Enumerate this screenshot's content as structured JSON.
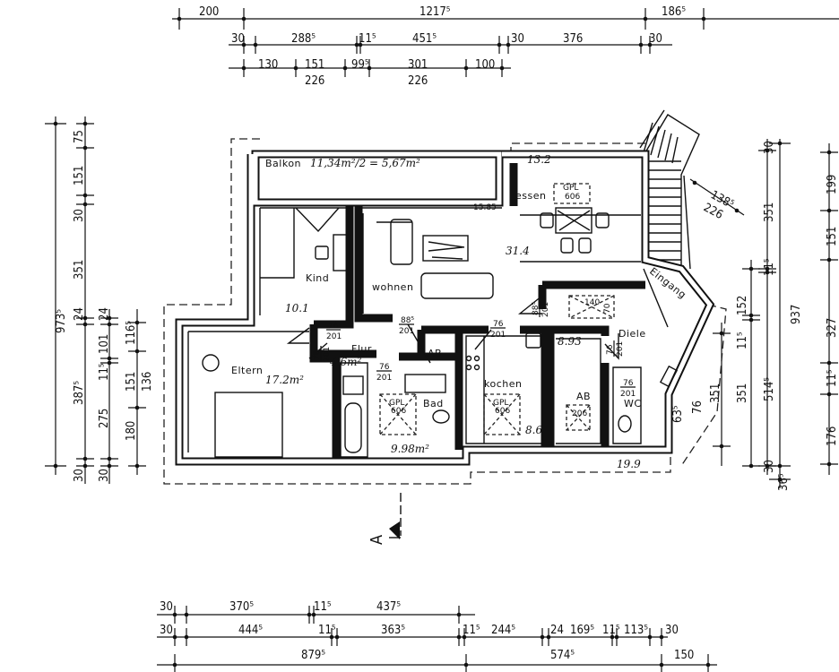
{
  "dimensions": {
    "top": [
      "200",
      "1217⁵",
      "186⁵",
      "30",
      "288⁵",
      "11⁵",
      "451⁵",
      "30",
      "376",
      "30",
      "130",
      "151",
      "99⁵",
      "301",
      "100",
      "226",
      "226"
    ],
    "bottom": [
      "30",
      "370⁵",
      "11⁵",
      "437⁵",
      "30",
      "444⁵",
      "11⁵",
      "363⁵",
      "11⁵",
      "244⁵",
      "24",
      "169⁵",
      "11⁵",
      "113⁵",
      "30",
      "879⁵",
      "574⁵",
      "150"
    ],
    "left": [
      "973⁵",
      "75",
      "151",
      "30",
      "351",
      "24",
      "387⁵",
      "30",
      "24",
      "101",
      "11⁵",
      "275",
      "30",
      "116⁵",
      "151",
      "136",
      "180"
    ],
    "right": [
      "30",
      "351",
      "11⁵",
      "937",
      "514⁵",
      "30",
      "36⁵",
      "152",
      "11⁵",
      "351",
      "351",
      "199",
      "151",
      "327",
      "11⁵",
      "176",
      "138⁵",
      "226",
      "63⁵",
      "76"
    ]
  },
  "rooms": {
    "balkon": {
      "name": "Balkon",
      "area": "11,34m²/2 = 5,67m²"
    },
    "kind": {
      "name": "Kind",
      "area": "10.1"
    },
    "wohnen": {
      "name": "wohnen",
      "area": "31.4"
    },
    "essen": {
      "name": "essen",
      "area": "13.2",
      "extra": "15.85"
    },
    "eltern": {
      "name": "Eltern",
      "area": "17.2m²"
    },
    "flur": {
      "name": "Flur",
      "area": "4.6m²"
    },
    "ab1": {
      "name": "AB"
    },
    "bad": {
      "name": "Bad",
      "area": "9.98m²"
    },
    "kochen": {
      "name": "kochen",
      "area": "8.6"
    },
    "diele": {
      "name": "Diele",
      "area": "8.93"
    },
    "ab2": {
      "name": "AB"
    },
    "wc": {
      "name": "WC"
    },
    "eingang": {
      "name": "Eingang"
    },
    "total": {
      "area": "19.9"
    }
  },
  "doors": [
    {
      "w": "76",
      "h": "201"
    },
    {
      "w": "76",
      "h": "201"
    },
    {
      "w": "76",
      "h": "201"
    },
    {
      "w": "88⁵",
      "h": "201"
    },
    {
      "w": "76",
      "h": "201"
    },
    {
      "w": "88⁵",
      "h": "201"
    },
    {
      "w": "76",
      "h": "201"
    },
    {
      "w": "76",
      "h": "201"
    }
  ],
  "fixtures": {
    "gpl": "GPL",
    "gpl_size": "606",
    "gpl2": "GPL",
    "gpl2_size": "606",
    "gpl3": "GPL",
    "gpl3_size": "606",
    "shaft1": "140",
    "shaft1b": "70",
    "shaft2": "206"
  },
  "section_marker": "A"
}
